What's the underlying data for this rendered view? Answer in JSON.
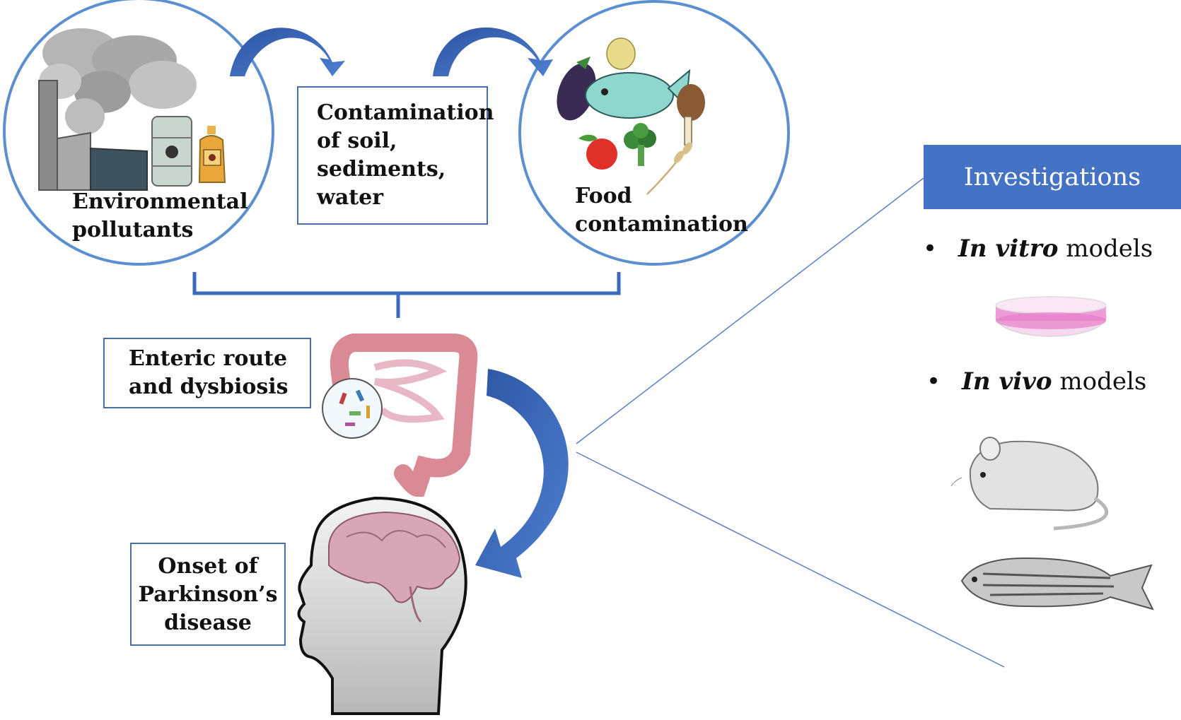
{
  "nodes": {
    "environmental_pollutants": [
      "Environmental",
      "pollutants"
    ],
    "contamination": [
      "Contamination",
      "of soil,",
      "sediments,",
      "water"
    ],
    "food_contamination": [
      "Food",
      "contamination"
    ],
    "enteric": [
      "Enteric route",
      "and dysbiosis"
    ],
    "onset": [
      "Onset of",
      "Parkinson’s",
      "disease"
    ]
  },
  "investigations": {
    "title": "Investigations",
    "items": [
      {
        "bullet": "•",
        "italic": "In vitro",
        "rest": " models"
      },
      {
        "bullet": "•",
        "italic": "In vivo",
        "rest": " models"
      }
    ]
  },
  "colors": {
    "circle_stroke": "#5b8fd0",
    "arrow": "#2f5bab",
    "box_border": "#4a6fa5",
    "header_fill": "#4472c4",
    "connector_line": "#5b7fc4",
    "petri_pink": "#e67fc8"
  },
  "icons": [
    "factory-smoke-icon",
    "barrel-icon",
    "poison-bottle-icon",
    "eggplant-icon",
    "fish-icon",
    "potato-icon",
    "drumstick-icon",
    "apple-icon",
    "broccoli-icon",
    "wheat-icon",
    "intestine-icon",
    "bacteria-icon",
    "head-brain-icon",
    "petri-dish-icon",
    "mouse-icon",
    "zebrafish-icon"
  ]
}
